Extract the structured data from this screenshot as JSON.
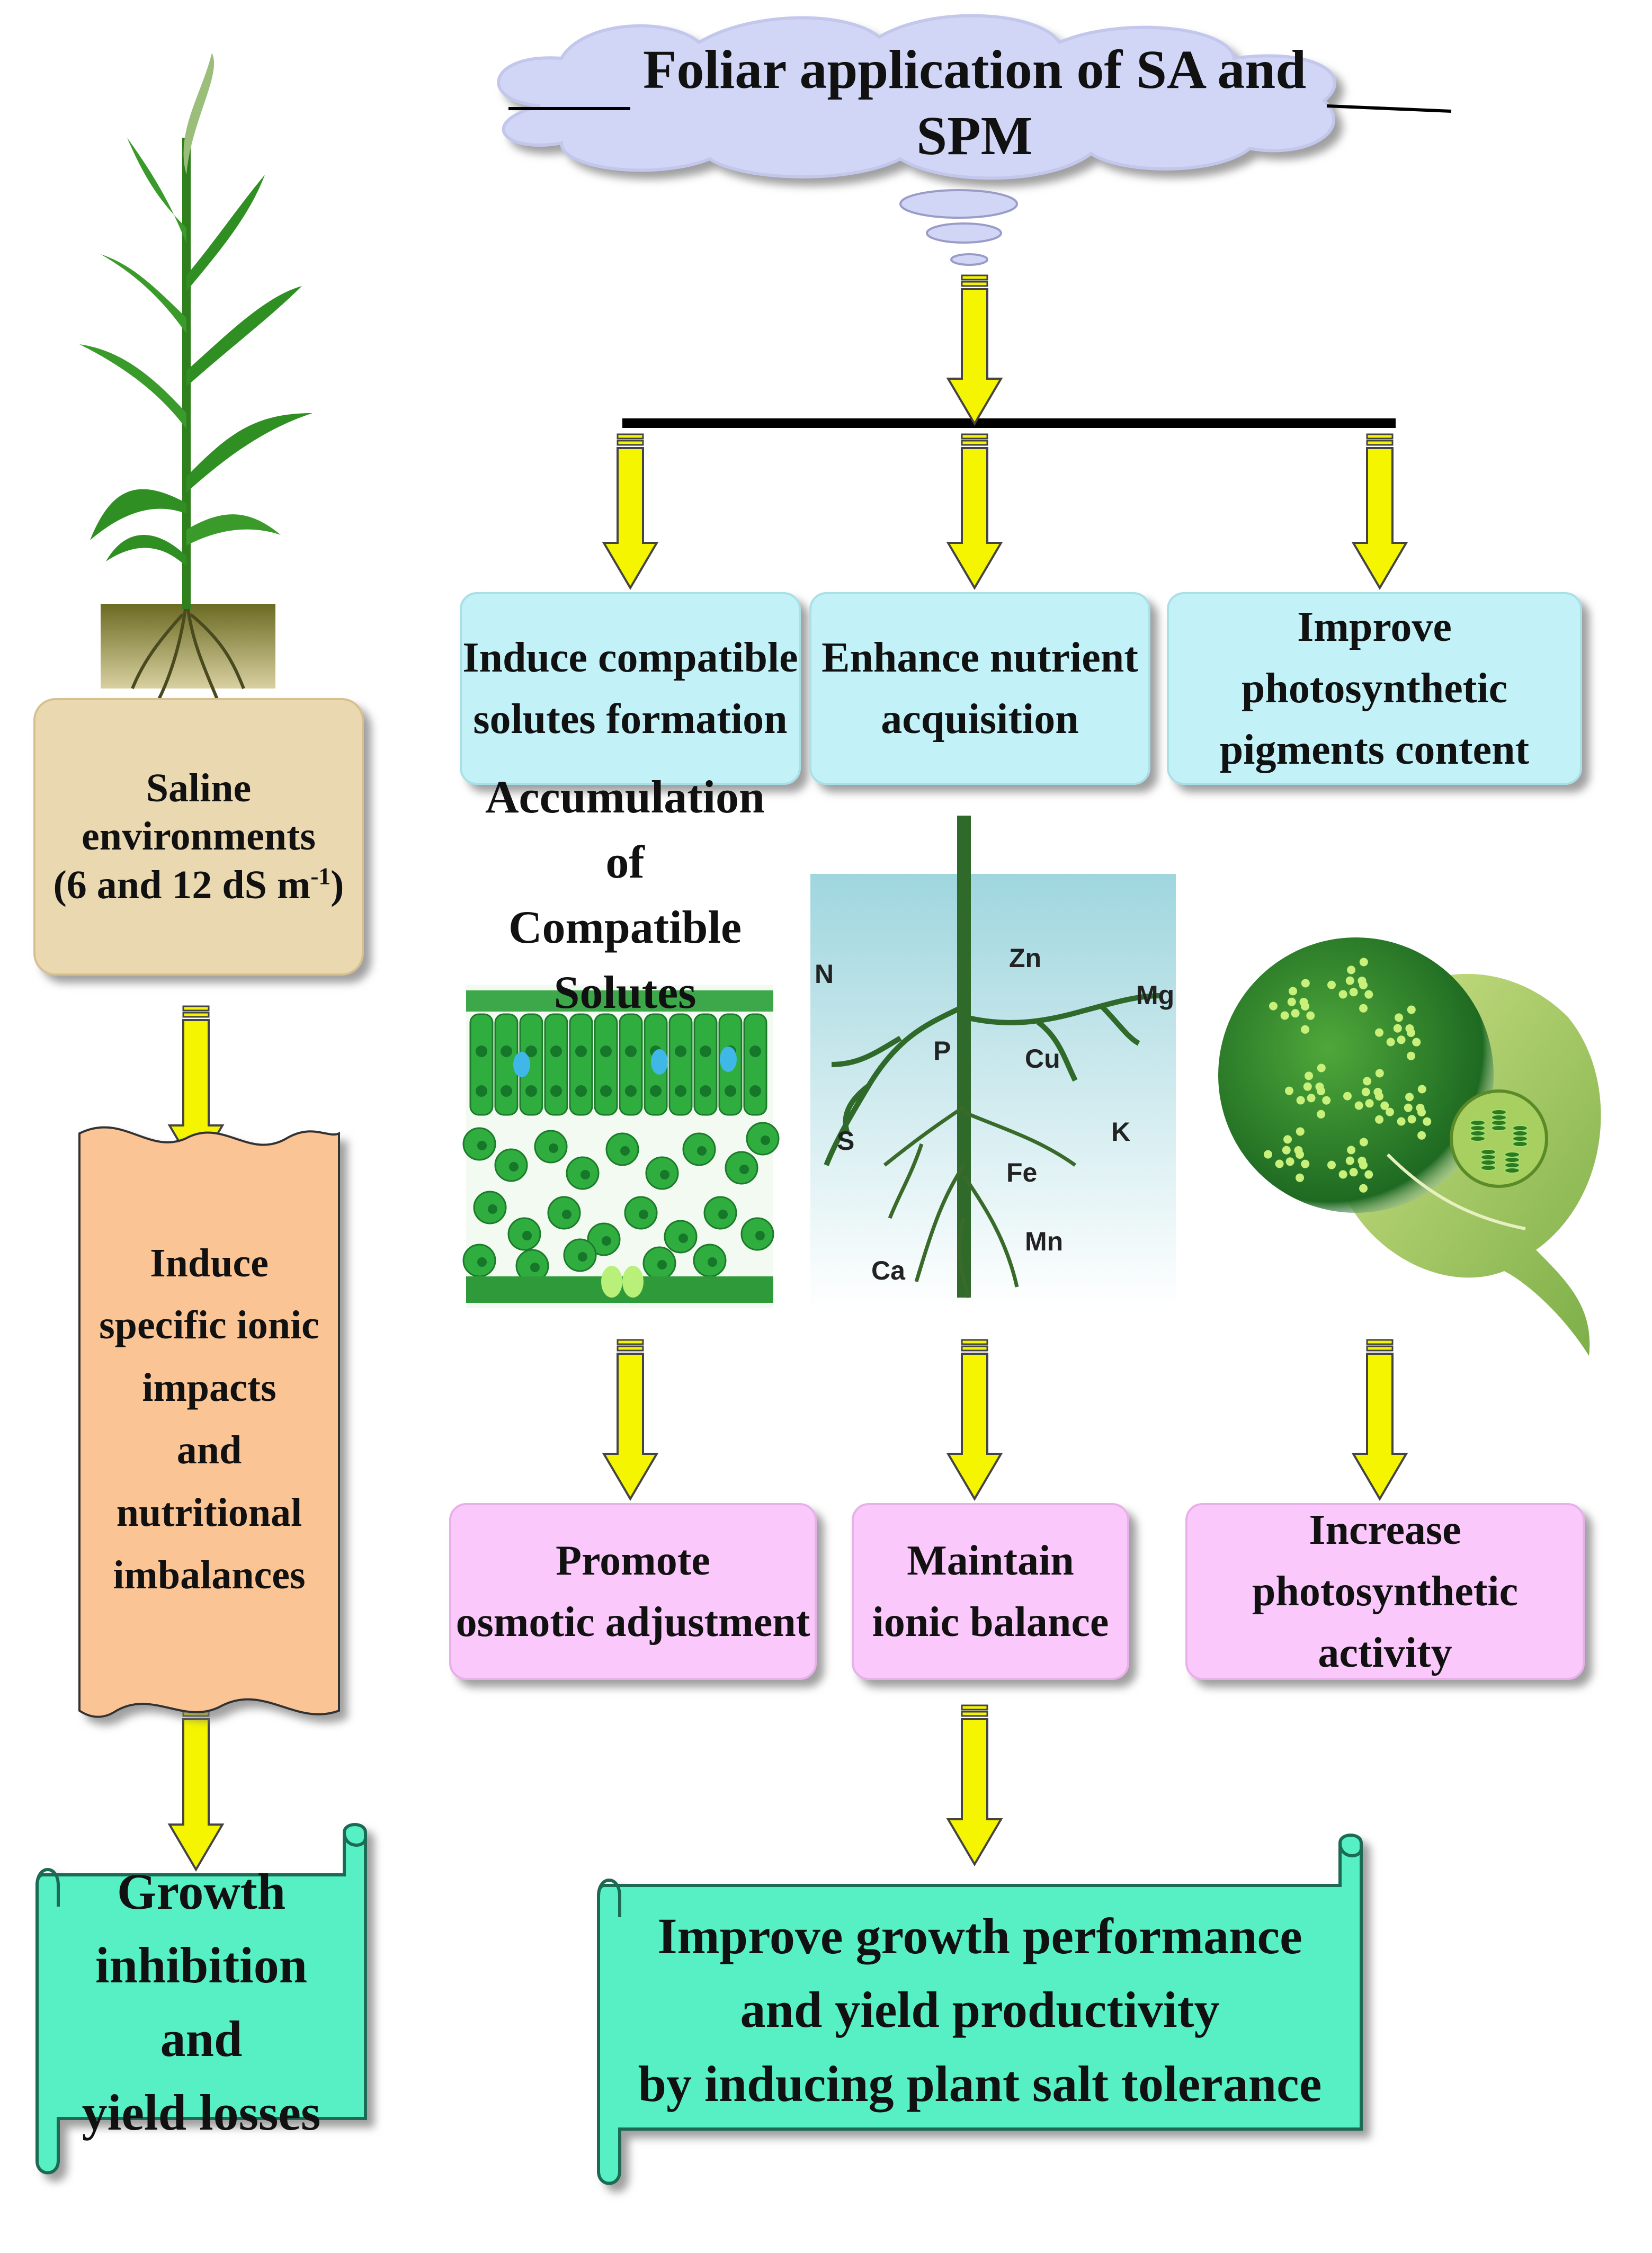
{
  "title": "Foliar application of SA and SPM",
  "left": {
    "saline": [
      "Saline",
      "environments",
      "(6 and 12 dS m",
      "-1",
      ")"
    ],
    "impact": [
      "Induce",
      "specific ionic",
      "impacts",
      "and",
      "nutritional",
      "imbalances"
    ],
    "outcome": [
      "Growth",
      "inhibition and",
      "yield losses"
    ]
  },
  "effects": [
    [
      "Induce compatible",
      "solutes formation"
    ],
    [
      "Enhance nutrient",
      "acquisition"
    ],
    [
      "Improve photosynthetic",
      "pigments content"
    ]
  ],
  "solutes_caption": [
    "Accumulation of",
    "Compatible Solutes"
  ],
  "nutrients": [
    "N",
    "Zn",
    "Mg",
    "P",
    "Cu",
    "S",
    "K",
    "Fe",
    "Mn",
    "Ca"
  ],
  "results": [
    [
      "Promote",
      "osmotic adjustment"
    ],
    [
      "Maintain",
      "ionic balance"
    ],
    [
      "Increase",
      "photosynthetic activity"
    ]
  ],
  "final": [
    "Improve growth performance",
    "and yield productivity",
    "by inducing plant salt tolerance"
  ],
  "colors": {
    "arrow": "#f5f500",
    "cyan_box": "#c2f2f7",
    "pink_box": "#fac8fa",
    "sand": "#ead8b0",
    "orange": "#fbc495",
    "scroll": "#57f0c4",
    "cloud": "#d2d6f6"
  }
}
